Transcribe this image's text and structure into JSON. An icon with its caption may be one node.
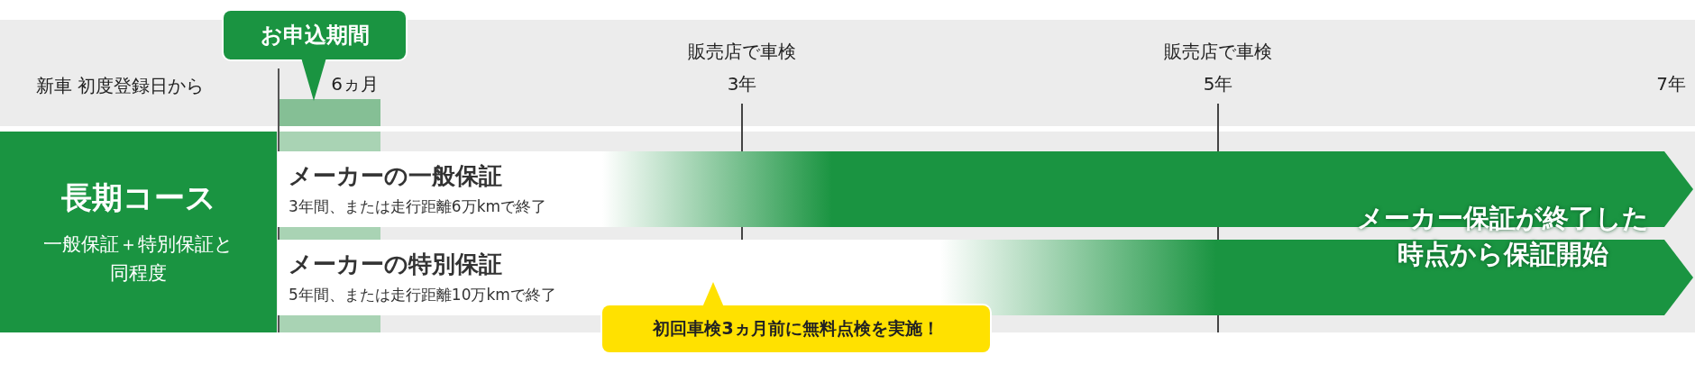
{
  "diagram": {
    "nodes": [
      {
        "text": [
          "お申込期間"
        ]
      },
      {
        "text": [
          "長期コース",
          "一般保証＋特別保証と同程度"
        ]
      },
      {
        "text": [
          "メーカーの一般保証",
          "3年間、または走行距離6万kmで終了"
        ]
      },
      {
        "text": [
          "メーカーの特別保証",
          "5年間、または走行距離10万kmで終了"
        ]
      },
      {
        "text": [
          "初回車検3ヵ月前に無料点検を実施！"
        ]
      }
    ],
    "edges": [],
    "labels": [
      "販売店で車検",
      "販売店で車検",
      "新車 初度登録日から",
      "6ヵ月",
      "3年",
      "5年",
      "7年",
      "メーカー保証が終了した時点から保証開始"
    ]
  }
}
